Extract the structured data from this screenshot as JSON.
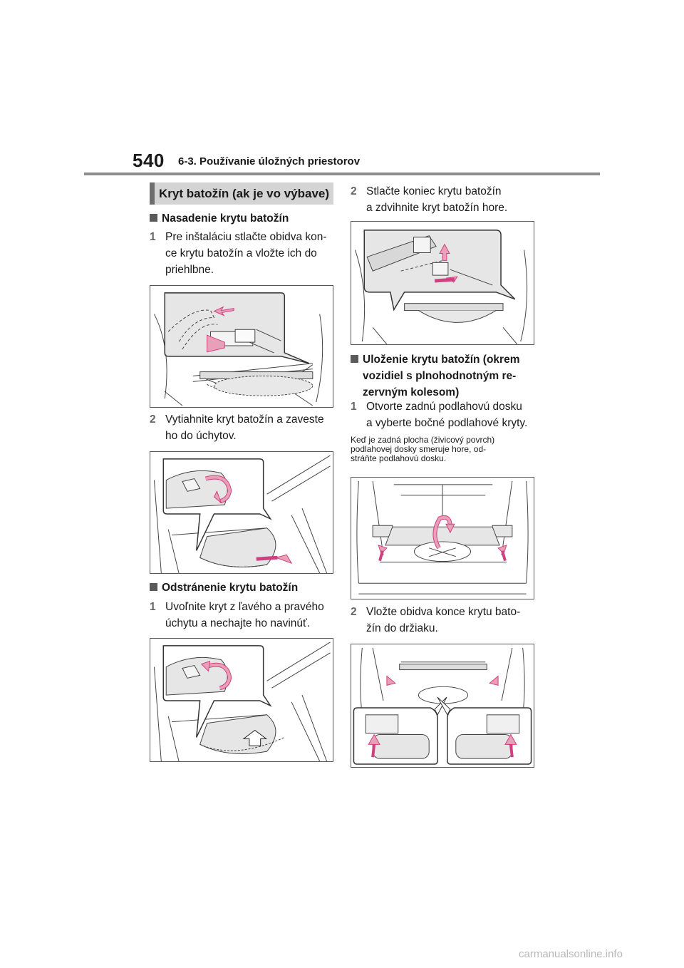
{
  "header": {
    "page_number": "540",
    "chapter": "6-3. Používanie úložných priestorov"
  },
  "section": {
    "title": "Kryt batožín (ak je vo výbave)"
  },
  "install": {
    "heading": "Nasadenie krytu batožín",
    "step1_num": "1",
    "step1_l1": "Pre inštaláciu stlačte obidva kon-",
    "step1_l2": "ce krytu batožín a vložte ich do",
    "step1_l3": "priehlbne.",
    "step2_num": "2",
    "step2_l1": "Vytiahnite kryt batožín a zaveste",
    "step2_l2": "ho do úchytov."
  },
  "remove": {
    "heading": "Odstránenie krytu batožín",
    "step1_num": "1",
    "step1_l1": "Uvoľnite kryt z ľavého a pravého",
    "step1_l2": "úchytu a nechajte ho navinúť.",
    "step2_num": "2",
    "step2_l1": "Stlačte koniec krytu batožín",
    "step2_l2": "a zdvihnite kryt batožín hore."
  },
  "storage": {
    "heading_l1": "Uloženie krytu batožín (okrem",
    "heading_l2": "vozidiel s plnohodnotným re-",
    "heading_l3": "zervným kolesom)",
    "step1_num": "1",
    "step1_l1": "Otvorte zadnú podlahovú dosku",
    "step1_l2": "a vyberte bočné podlahové kryty.",
    "note_l1": "Keď je zadná plocha (živicový povrch)",
    "note_l2": "podlahovej dosky smeruje hore, od-",
    "note_l3": "stráňte podlahovú dosku.",
    "step2_num": "2",
    "step2_l1": "Vložte obidva konce krytu bato-",
    "step2_l2": "žín do držiaku."
  },
  "footer": {
    "watermark": "carmanualsonline.info"
  },
  "colors": {
    "arrow_pink": "#e8a0b8",
    "arrow_stroke": "#d04080",
    "callout_gray": "#e6e6e6",
    "rule_gray": "#8c8c8c"
  }
}
